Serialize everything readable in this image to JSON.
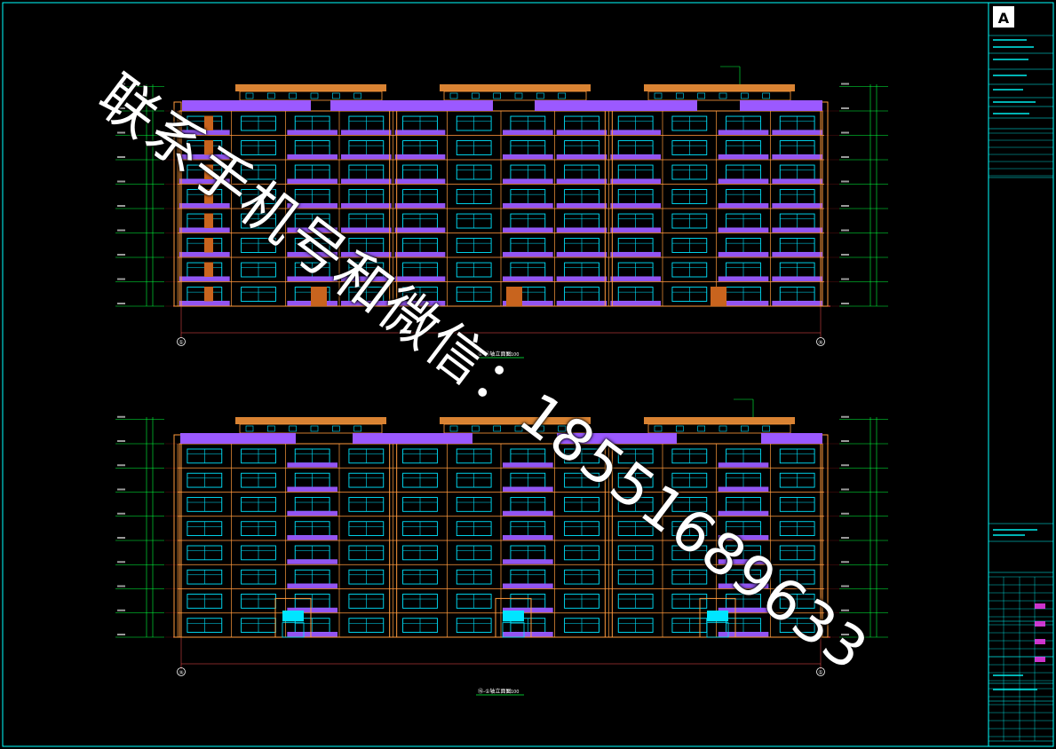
{
  "drawing": {
    "elevation_top": {
      "start_axis": "①",
      "end_axis": "⑯",
      "title": "①-⑯轴立面图",
      "scale": "1:100"
    },
    "elevation_bottom": {
      "start_axis": "⑯",
      "end_axis": "①",
      "title": "⑯-①轴立面图",
      "scale": "1:100"
    },
    "title_block": {
      "logo_letter": "A"
    }
  },
  "watermark": {
    "text": "联系手机号和微信：18551689633"
  },
  "colors": {
    "background": "#000000",
    "facade": "#ff9a3c",
    "balcony": "#9b59ff",
    "window": "#00e5ff",
    "dimension": "#00ff3c",
    "frame": "#00ffff",
    "door": "#c8641e",
    "title_text": "#ffffff"
  }
}
